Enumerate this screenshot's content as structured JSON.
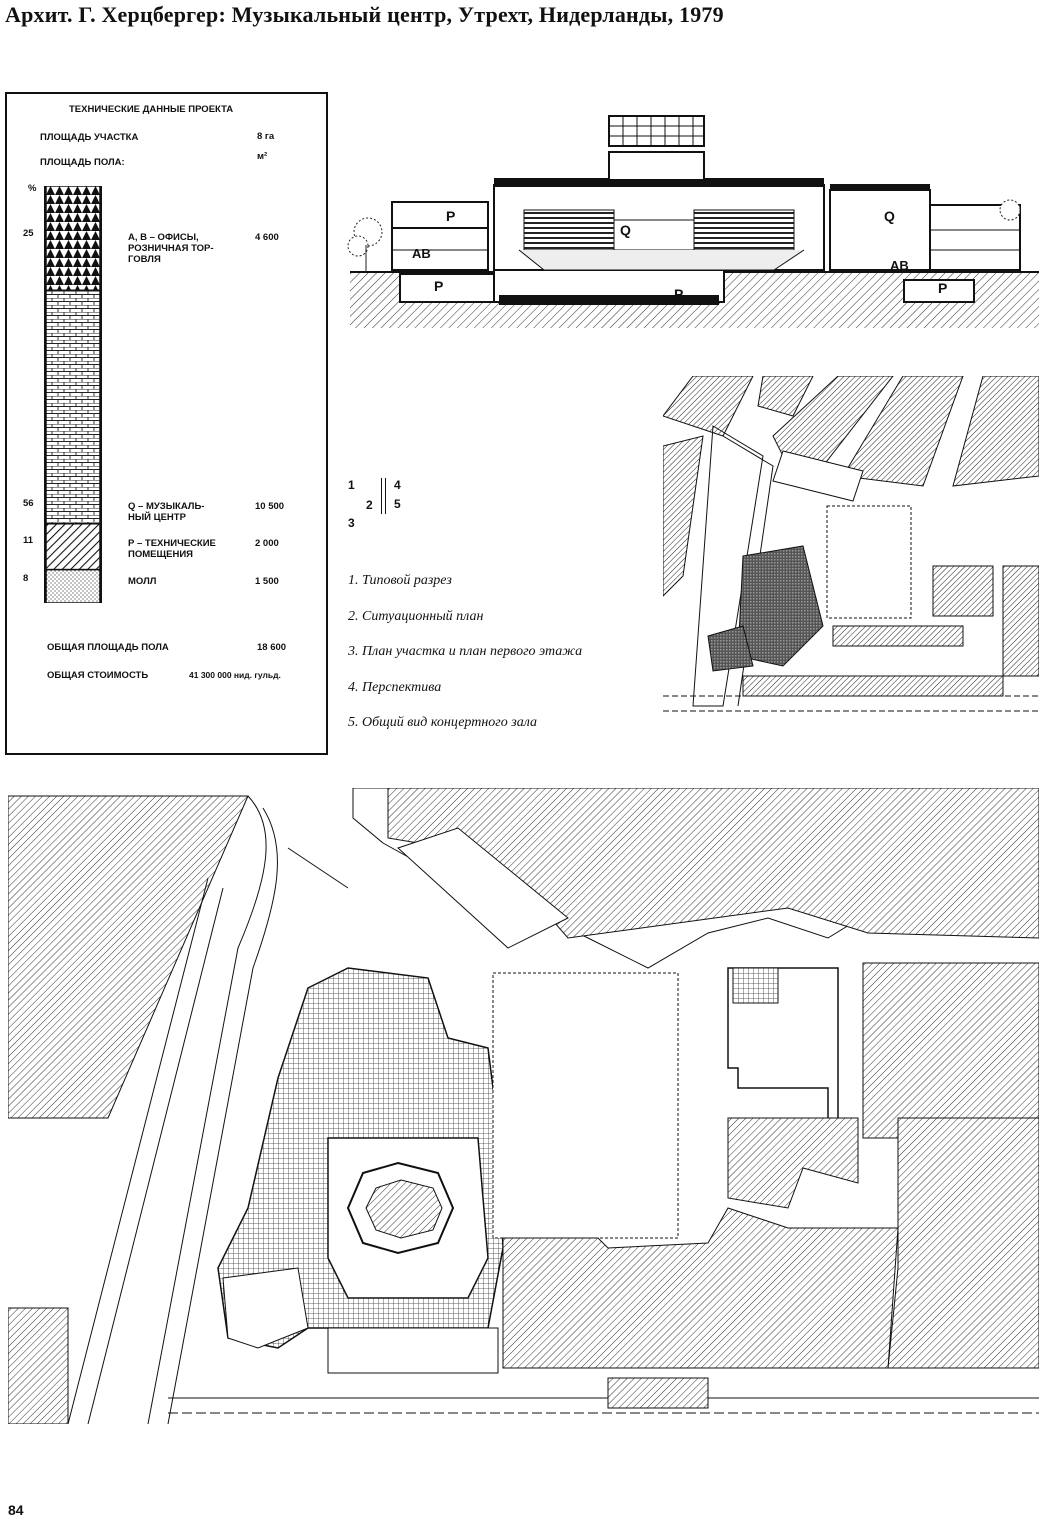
{
  "page": {
    "title": "Архит. Г. Херцбергер: Музыкальный центр, Утрехт, Нидерланды, 1979",
    "page_number": "84"
  },
  "technical_data": {
    "heading": "ТЕХНИЧЕСКИЕ ДАННЫЕ ПРОЕКТА",
    "site_area_label": "ПЛОЩАДЬ УЧАСТКА",
    "site_area_value": "8 га",
    "floor_area_label": "ПЛОЩАДЬ ПОЛА:",
    "floor_area_unit": "м²",
    "percent_label": "%",
    "rows": [
      {
        "pct": "25",
        "label_1": "А, В – ОФИСЫ,",
        "label_2": "РОЗНИЧНАЯ ТОР-",
        "label_3": "ГОВЛЯ",
        "value": "4 600",
        "fraction": 0.25,
        "pattern": "triangles"
      },
      {
        "pct": "56",
        "label_1": "Q – МУЗЫКАЛЬ-",
        "label_2": "НЫЙ ЦЕНТР",
        "label_3": "",
        "value": "10 500",
        "fraction": 0.56,
        "pattern": "bricks"
      },
      {
        "pct": "11",
        "label_1": "Р – ТЕХНИЧЕСКИЕ",
        "label_2": "ПОМЕЩЕНИЯ",
        "label_3": "",
        "value": "2 000",
        "fraction": 0.11,
        "pattern": "hatch"
      },
      {
        "pct": "8",
        "label_1": "МОЛЛ",
        "label_2": "",
        "label_3": "",
        "value": "1 500",
        "fraction": 0.08,
        "pattern": "dots"
      }
    ],
    "total_label": "ОБЩАЯ ПЛОЩАДЬ ПОЛА",
    "total_value": "18 600",
    "cost_label": "ОБЩАЯ СТОИМОСТЬ",
    "cost_value": "41 300 000 нид. гульд."
  },
  "figure_key": {
    "n1": "1",
    "n2": "2",
    "n3": "3",
    "n4": "4",
    "n5": "5"
  },
  "captions": [
    "1. Типовой разрез",
    "2. Ситуационный план",
    "3. План участка и план первого этажа",
    "4. Перспектива",
    "5. Общий вид концертного зала"
  ],
  "section_labels": {
    "p": "P",
    "ab": "AB",
    "q": "Q"
  }
}
